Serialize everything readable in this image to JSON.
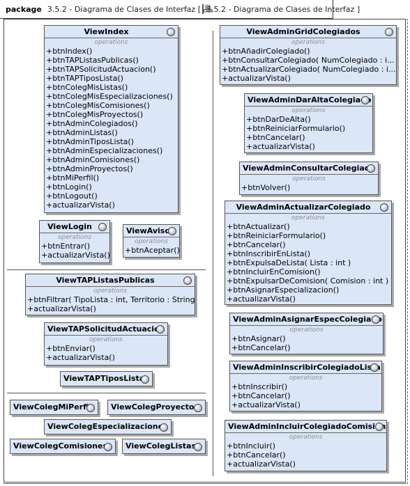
{
  "header": {
    "keyword": "package",
    "text": "3.5.2 - Diagrama de Clases de Interfaz [",
    "diagram_ref": "3.5.2 - Diagrama de Clases de Interfaz ]"
  },
  "section_label": "operations",
  "classes": {
    "viewindex": {
      "name": "ViewIndex",
      "ops": [
        "+btnIndex()",
        "+btnTAPListasPublicas()",
        "+btnTAPSolicitudActuacion()",
        "+btnTAPTiposLista()",
        "+btnColegMisListas()",
        "+btnColegMisEspecializaciones()",
        "+btnColegMisComisiones()",
        "+btnColegMisProyectos()",
        "+btnAdminColegiados()",
        "+btnAdminListas()",
        "+btnAdminTiposLista()",
        "+btnAdminEspecializaciones()",
        "+btnAdminComisiones()",
        "+btnAdminProyectos()",
        "+btnMiPerfil()",
        "+btnLogin()",
        "+btnLogout()",
        "+actualizarVista()"
      ]
    },
    "viewlogin": {
      "name": "ViewLogin",
      "ops": [
        "+btnEntrar()",
        "+actualizarVista()"
      ]
    },
    "viewaviso": {
      "name": "ViewAviso",
      "ops": [
        "+btnAceptar()"
      ]
    },
    "viewtaplistaspublicas": {
      "name": "ViewTAPListasPublicas",
      "ops": [
        "+btnFiltrar( TipoLista : int, Territorio : String )",
        "+actualizarVista()"
      ]
    },
    "viewtapsolicitudactuacion": {
      "name": "ViewTAPSolicitudActuacion",
      "ops": [
        "+btnEnviar()",
        "+actualizarVista()"
      ]
    },
    "viewtaptiposlista": {
      "name": "ViewTAPTiposLista"
    },
    "viewcolegmiperfil": {
      "name": "ViewColegMiPerfil"
    },
    "viewcolegproyectos": {
      "name": "ViewColegProyectos"
    },
    "viewcolegespecializaciones": {
      "name": "ViewColegEspecializaciones"
    },
    "viewcolegcomisiones": {
      "name": "ViewColegComisiones"
    },
    "viewcoleglistas": {
      "name": "ViewColegListas"
    },
    "viewadmingridcolegiados": {
      "name": "ViewAdminGridColegiados",
      "ops": [
        "+btnAñadirColegiado()",
        "+btnConsultarColegiado( NumColegiado : i...",
        "+btnActualizarColegiado( NumColegiado : i...",
        "+actualizarVista()"
      ]
    },
    "viewadmindaraltacolegiado": {
      "name": "ViewAdminDarAltaColegiado",
      "ops": [
        "+btnDarDeAlta()",
        "+btnReiniciarFormulario()",
        "+btnCancelar()",
        "+actualizarVista()"
      ]
    },
    "viewadminconsultarcolegiado": {
      "name": "ViewAdminConsultarColegiado",
      "ops": [
        "+btnVolver()"
      ]
    },
    "viewadminactualizarcolegiado": {
      "name": "ViewAdminActualizarColegiado",
      "ops": [
        "+btnActualizar()",
        "+btnReiniciarFormulario()",
        "+btnCancelar()",
        "+btnInscribirEnLista()",
        "+btnExpulsaDeLista( Lista : int )",
        "+btnIncluirEnComision()",
        "+btnExpulsarDeComision( Comision : int )",
        "+btnAsignarEspecializacion()",
        "+actualizarVista()"
      ]
    },
    "viewadminasignarespeccolegiado": {
      "name": "ViewAdminAsignarEspecColegiado",
      "ops": [
        "+btnAsignar()",
        "+btnCancelar()"
      ]
    },
    "viewadmininscribircolegiadolista": {
      "name": "ViewAdminInscribirColegiadoLista",
      "ops": [
        "+btnInscribir()",
        "+btnCancelar()",
        "+actualizarVista()"
      ]
    },
    "viewadminincluircolegiadocomision": {
      "name": "ViewAdminIncluirColegiadoComision",
      "ops": [
        "+btnIncluir()",
        "+btnCancelar()",
        "+actualizarVista()"
      ]
    }
  }
}
